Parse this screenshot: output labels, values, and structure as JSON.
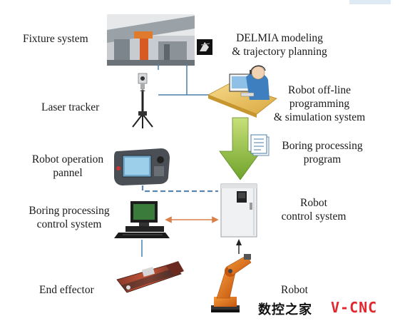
{
  "labels": {
    "fixture_system": "Fixture system",
    "delmia_line1": "DELMIA modeling",
    "delmia_line2": "& trajectory planning",
    "laser_tracker": "Laser tracker",
    "offline_line1": "Robot off-line",
    "offline_line2": "programming",
    "offline_line3": "& simulation system",
    "boring_program_line1": "Boring processing",
    "boring_program_line2": "program",
    "operation_panel_line1": "Robot operation",
    "operation_panel_line2": "pannel",
    "robot_control_line1": "Robot",
    "robot_control_line2": "control system",
    "boring_control_line1": "Boring processing",
    "boring_control_line2": "control system",
    "end_effector": "End effector",
    "robot": "Robot"
  },
  "watermark": {
    "cn": "数控之家",
    "en": "V-CNC"
  },
  "colors": {
    "connector": "#4a7fa8",
    "dashed_link": "#5b86b0",
    "arrow_green": "#8fbf3a",
    "arrow_orange": "#d9804a",
    "robot_orange": "#e8731c",
    "watermark_red": "#e3262d"
  }
}
